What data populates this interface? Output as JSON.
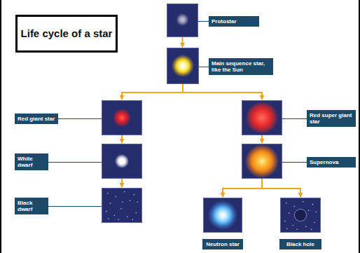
{
  "diagram": {
    "title": "Life cycle of a star",
    "nodes": [
      {
        "text": [
          "Protostar"
        ]
      },
      {
        "text": [
          "Main sequence star, like the Sun"
        ]
      },
      {
        "text": [
          "Red giant star"
        ]
      },
      {
        "text": [
          "Red super giant star"
        ]
      },
      {
        "text": [
          "White dwarf"
        ]
      },
      {
        "text": [
          "Supernova"
        ]
      },
      {
        "text": [
          "Black dwarf"
        ]
      },
      {
        "text": [
          "Neutron star"
        ]
      },
      {
        "text": [
          "Black hole"
        ]
      }
    ],
    "edges": [
      {
        "from": 0,
        "to": 1,
        "arrow": "to"
      },
      {
        "from": 1,
        "to": 2,
        "arrow": "to"
      },
      {
        "from": 1,
        "to": 3,
        "arrow": "to"
      },
      {
        "from": 2,
        "to": 4,
        "arrow": "to"
      },
      {
        "from": 4,
        "to": 6,
        "arrow": "to"
      },
      {
        "from": 3,
        "to": 5,
        "arrow": "to"
      },
      {
        "from": 5,
        "to": 7,
        "arrow": "to"
      },
      {
        "from": 5,
        "to": 8,
        "arrow": "to"
      }
    ]
  }
}
